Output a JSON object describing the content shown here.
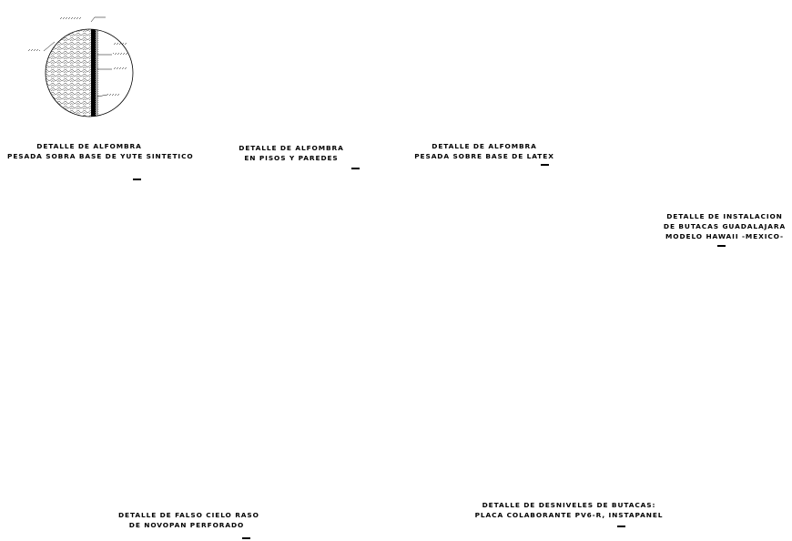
{
  "details": [
    {
      "id": "d1",
      "caption_line1": "DETALLE DE ALFOMBRA",
      "caption_line2": "PESADA SOBRA BASE DE YUTE SINTETICO"
    },
    {
      "id": "d2",
      "caption_line1": "DETALLE DE ALFOMBRA",
      "caption_line2": "EN PISOS Y PAREDES"
    },
    {
      "id": "d3",
      "caption_line1": "DETALLE DE ALFOMBRA",
      "caption_line2": "PESADA SOBRE BASE DE LATEX"
    },
    {
      "id": "d4",
      "caption_line1": "DETALLE DE INSTALACION",
      "caption_line2": "DE BUTACAS GUADALAJARA",
      "caption_line3": "MODELO HAWAII -MEXICO-"
    },
    {
      "id": "d5",
      "caption_line1": "DETALLE DE FALSO CIELO RASO",
      "caption_line2": "DE NOVOPAN PERFORADO"
    },
    {
      "id": "d6",
      "caption_line1": "DETALLE DE DESNIVELES DE BUTACAS:",
      "caption_line2": "PLACA COLABORANTE PV6-R, INSTAPANEL"
    }
  ],
  "colors": {
    "line": "#000000",
    "background": "#ffffff"
  }
}
